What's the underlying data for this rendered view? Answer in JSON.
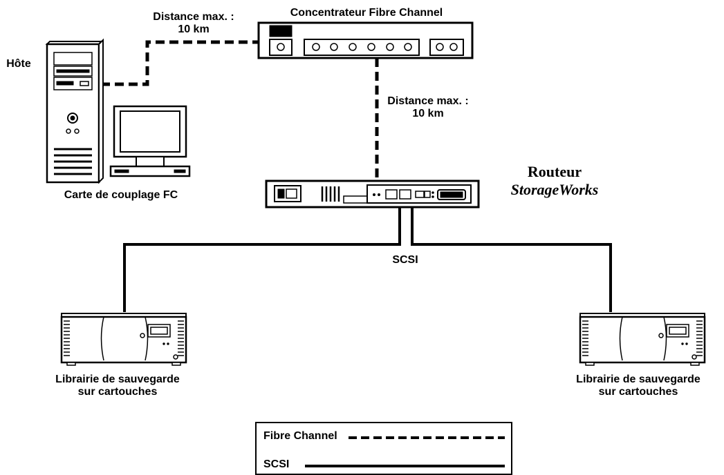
{
  "labels": {
    "distance_top_1": "Distance max. :",
    "distance_top_2": "10 km",
    "hub": "Concentrateur Fibre Channel",
    "host": "Hôte",
    "distance_mid_1": "Distance max. :",
    "distance_mid_2": "10 km",
    "router_1": "Routeur",
    "router_2": "StorageWorks",
    "fc_card": "Carte de couplage FC",
    "scsi_bus": "SCSI",
    "library_left_1": "Librairie de sauvegarde",
    "library_left_2": "sur cartouches",
    "library_right_1": "Librairie de sauvegarde",
    "library_right_2": "sur cartouches"
  },
  "legend": {
    "fibre_channel": "Fibre Channel",
    "scsi": "SCSI"
  }
}
